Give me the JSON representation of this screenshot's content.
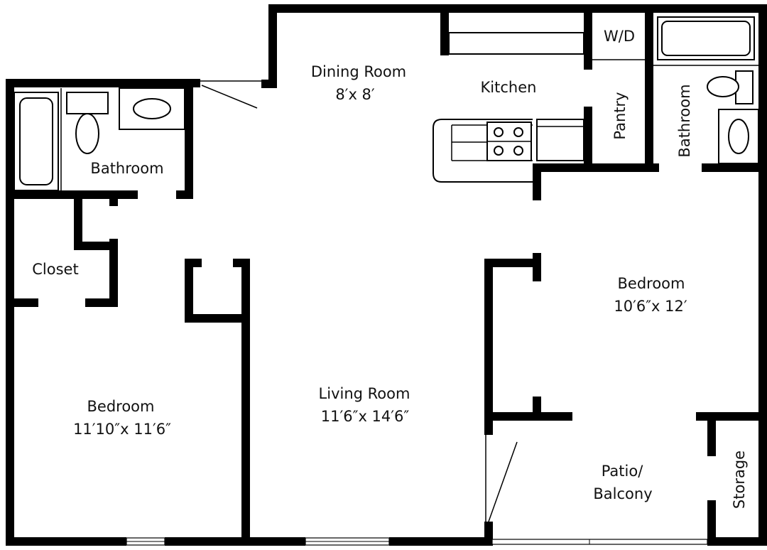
{
  "rooms": {
    "dining": {
      "name": "Dining Room",
      "size": "8′x 8′"
    },
    "kitchen": {
      "name": "Kitchen"
    },
    "wd": {
      "name": "W/D"
    },
    "pantry": {
      "name": "Pantry"
    },
    "bath_right": {
      "name": "Bathroom"
    },
    "bath_left": {
      "name": "Bathroom"
    },
    "closet": {
      "name": "Closet"
    },
    "bedroom_left": {
      "name": "Bedroom",
      "size": "11′10″x 11′6″"
    },
    "living": {
      "name": "Living Room",
      "size": "11′6″x 14′6″"
    },
    "bedroom_right": {
      "name": "Bedroom",
      "size": "10′6″x 12′"
    },
    "patio": {
      "line1": "Patio/",
      "line2": "Balcony"
    },
    "storage": {
      "name": "Storage"
    }
  },
  "colors": {
    "wall": "#000000",
    "background": "#ffffff"
  }
}
